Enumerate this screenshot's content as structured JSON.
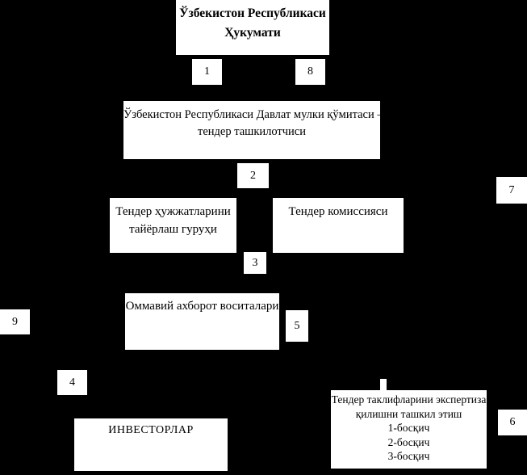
{
  "colors": {
    "background": "#000000",
    "box_fill": "#ffffff",
    "text": "#000000"
  },
  "nodes": {
    "government": {
      "line1": "Ўзбекистон Республикаси",
      "line2": "Ҳукумати"
    },
    "committee": {
      "line1": "Ўзбекистон Республикаси Давлат мулки қўмитаси —",
      "line2": "тендер ташкилотчиси"
    },
    "docs_group": {
      "line1": "Тендер ҳужжатларини",
      "line2": "тайёрлаш гуруҳи"
    },
    "commission": {
      "label": "Тендер комиссияси"
    },
    "media": {
      "label": "Оммавий ахборот воситалари"
    },
    "investors": {
      "label": "ИНВЕСТОРЛАР"
    },
    "expertise": {
      "line1": "Тендер таклифларини экспертиза",
      "line2": "қилишни ташкил этиш",
      "stage1": "1-босқич",
      "stage2": "2-босқич",
      "stage3": "3-босқич"
    }
  },
  "step_numbers": {
    "s1": "1",
    "s2": "2",
    "s3": "3",
    "s4": "4",
    "s5": "5",
    "s6": "6",
    "s7": "7",
    "s8": "8",
    "s9": "9"
  }
}
